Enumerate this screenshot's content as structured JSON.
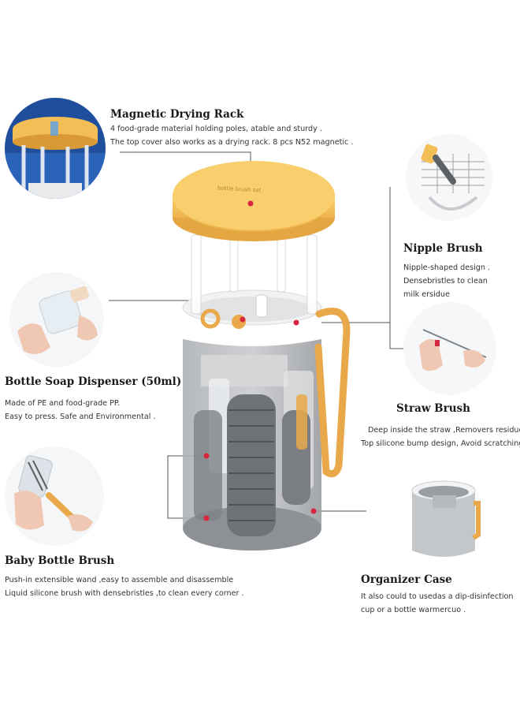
{
  "features": {
    "drying_rack": {
      "title": "Magnetic Drying Rack",
      "line1": "4 food-grade material  holding poles, atable and sturdy .",
      "line2": "The top cover also works as a drying rack. 8  pcs N52 magnetic ."
    },
    "nipple_brush": {
      "title": "Nipple Brush",
      "line1": "Nipple-shaped design .",
      "line2": "Densebristles to clean",
      "line3": "milk ersidue"
    },
    "soap_dispenser": {
      "title": "Bottle Soap Dispenser (50ml)",
      "line1": "Made of PE and food-grade PP.",
      "line2": "Easy to press. Safe and Environmental ."
    },
    "straw_brush": {
      "title": "Straw Brush",
      "line1": "Deep inside the straw ,Removers residue.",
      "line2": "Top silicone bump design, Avoid scratching."
    },
    "bottle_brush": {
      "title": "Baby Bottle Brush",
      "line1": "Push-in extensible wand ,easy to assemble and disassemble",
      "line2": "Liquid silicone brush with densebristles ,to clean every corner ."
    },
    "organizer_case": {
      "title": "Organizer Case",
      "line1": "It also could to usedas a dip-disinfection",
      "line2": "cup or a bottle warmercuo ."
    }
  },
  "product": {
    "lid_text": "bottle brush set"
  },
  "colors": {
    "accent_yellow": "#F6C45C",
    "accent_orange": "#E9A94A",
    "pointer_red": "#D7263D",
    "body_gray": "#8D9094",
    "bristle_gray": "#6F7377"
  }
}
